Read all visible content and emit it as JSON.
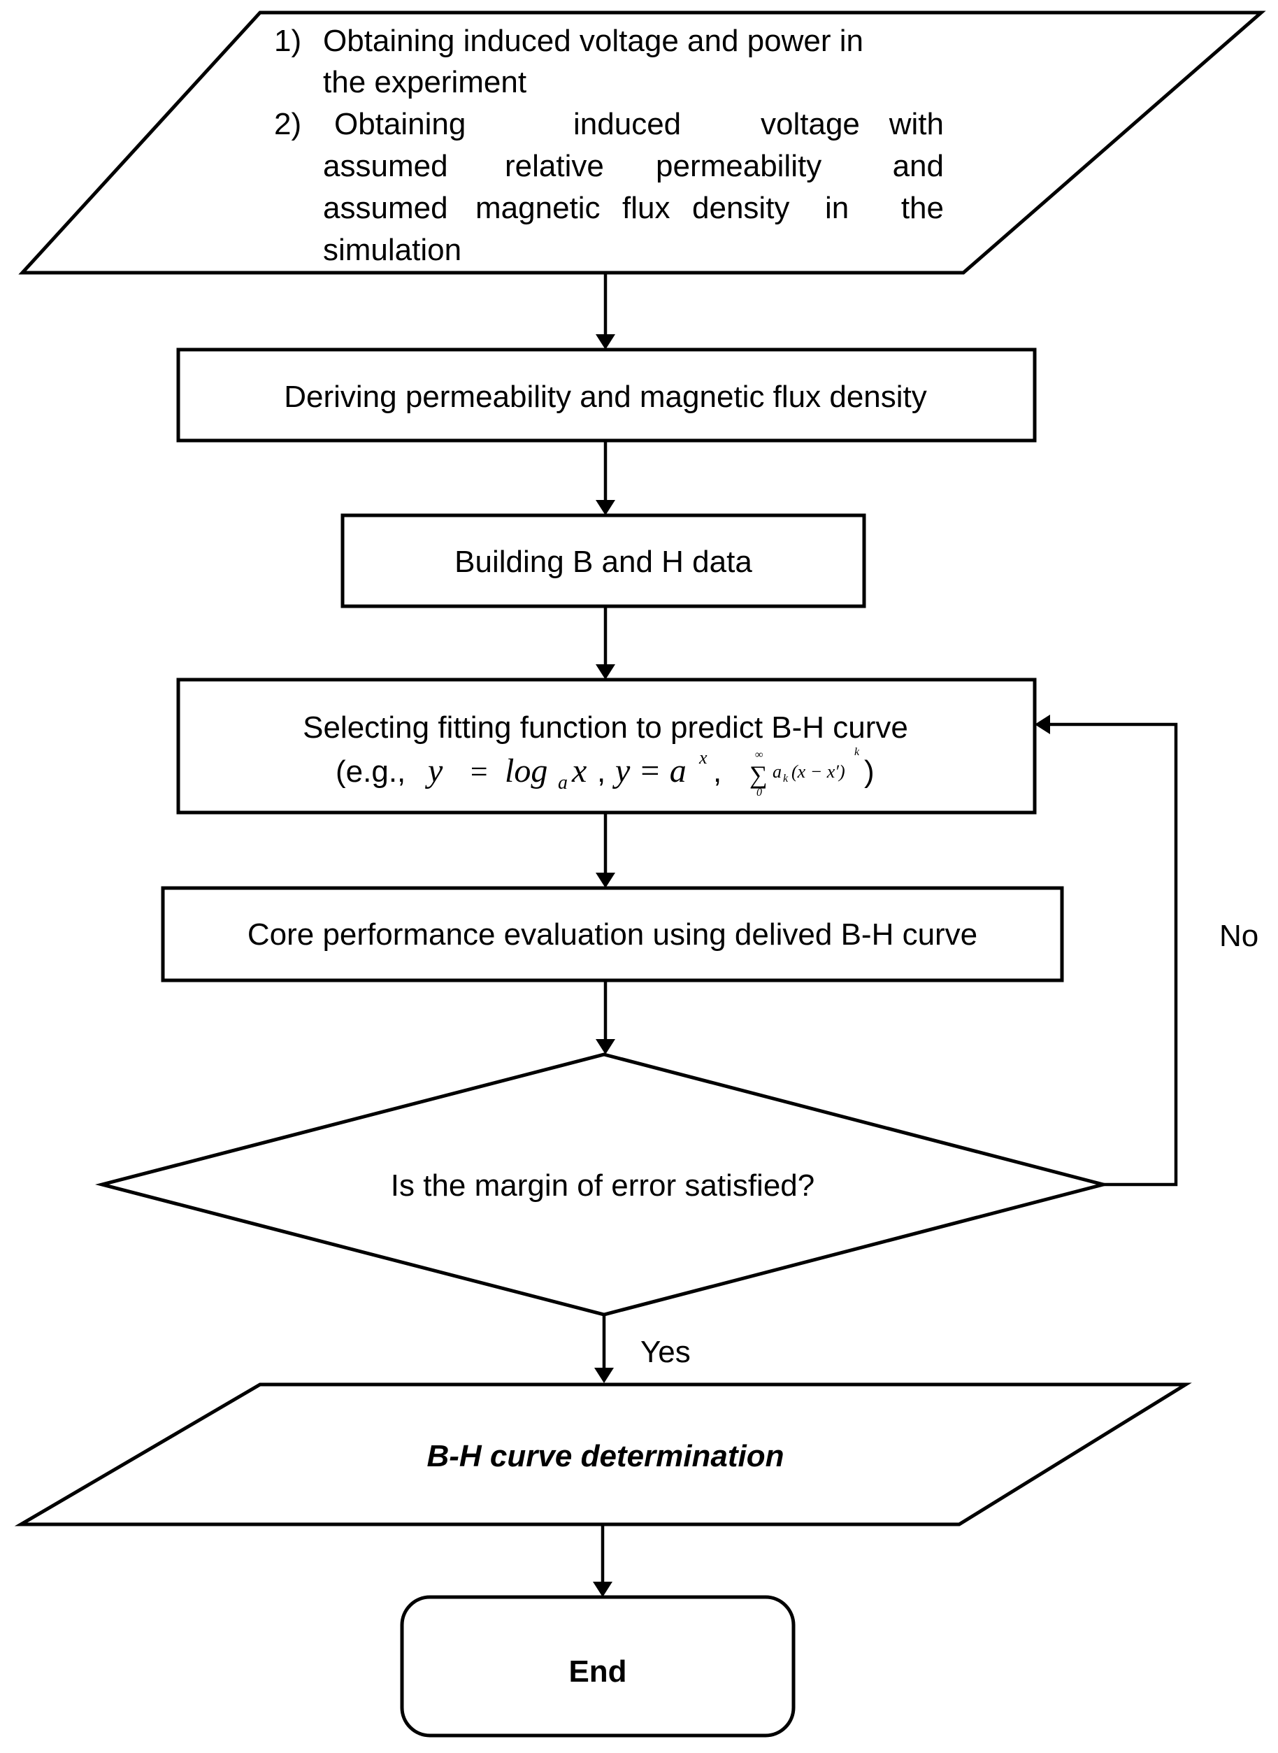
{
  "flowchart": {
    "input_block": {
      "step1_num": "1)",
      "step1_line1": "Obtaining induced voltage and power in",
      "step1_line2": "the experiment",
      "step2_num": "2)",
      "step2_line1_words": [
        "Obtaining",
        "induced",
        "voltage",
        "with"
      ],
      "step2_line2_words": [
        "assumed",
        "relative",
        "permeability",
        "and"
      ],
      "step2_line3_words": [
        "assumed",
        "magnetic",
        "flux",
        "density",
        "in",
        "the"
      ],
      "step2_line4": "simulation"
    },
    "deriving": "Deriving permeability and magnetic flux density",
    "building": "Building B and H data",
    "selecting": {
      "line1": "Selecting fitting function to predict B-H curve",
      "eg_open": "(e.g.,",
      "func1_y": "y",
      "func1_eq": "=",
      "func1_log": "log",
      "func1_base": "a",
      "func1_x": "x",
      "comma1": ",",
      "func2": "y = a",
      "func2_exp": "x",
      "comma2": ",",
      "sum_symbol": "∑",
      "sum_upper": "∞",
      "sum_lower": "0",
      "sum_term": "a",
      "sum_term_sub": "k",
      "sum_paren": "(x − x′)",
      "sum_exp": "k",
      "close": ")"
    },
    "core_eval": "Core performance evaluation using delived B-H curve",
    "decision": "Is the margin of error satisfied?",
    "no_label": "No",
    "yes_label": "Yes",
    "result": "B-H curve determination",
    "end": "End"
  },
  "colors": {
    "stroke": "#000000",
    "background": "#ffffff"
  }
}
